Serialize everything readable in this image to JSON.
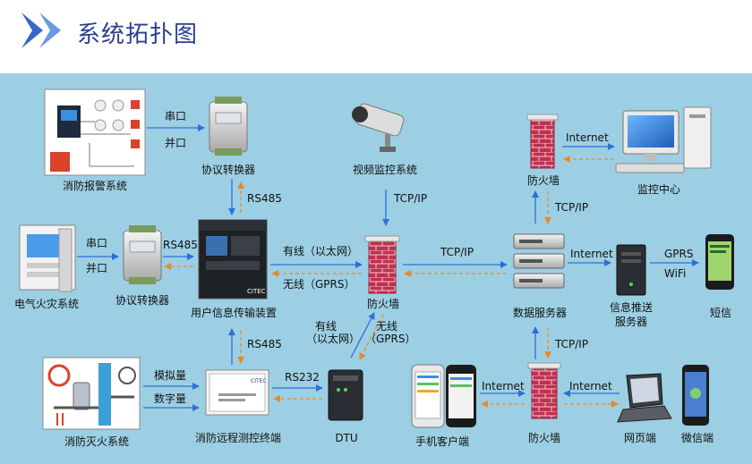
{
  "header": {
    "title": "系统拓扑图"
  },
  "nodes": {
    "fire_alarm": "消防报警系统",
    "converter_top": "协议转换器",
    "video": "视频监控系统",
    "firewall_top": "防火墙",
    "monitor_center": "监控中心",
    "electrical_fire": "电气火灾系统",
    "converter_mid": "协议转换器",
    "user_info_device": "用户信息传输装置",
    "firewall_mid": "防火墙",
    "data_server": "数据服务器",
    "push_server_line1": "信息推送",
    "push_server_line2": "服务器",
    "sms": "短信",
    "fire_suppression": "消防灭火系统",
    "remote_terminal": "消防远程测控终端",
    "dtu": "DTU",
    "mobile_client": "手机客户端",
    "firewall_bottom": "防火墙",
    "web_client": "网页端",
    "wechat_client": "微信端"
  },
  "links": {
    "serial_top": "串口",
    "parallel_top": "并口",
    "rs485_top": "RS485",
    "tcpip_video": "TCP/IP",
    "internet_top": "Internet",
    "tcpip_server_top": "TCP/IP",
    "serial_mid": "串口",
    "parallel_mid": "并口",
    "rs485_mid": "RS485",
    "wired_mid": "有线（以太网）",
    "wireless_mid": "无线（GPRS）",
    "tcpip_mid": "TCP/IP",
    "internet_mid": "Internet",
    "gprs": "GPRS",
    "wifi": "WiFi",
    "rs485_bottom": "RS485",
    "wired_dtu_line1": "有线",
    "wired_dtu_line2": "（以太网）",
    "wireless_dtu_line1": "无线",
    "wireless_dtu_line2": "（GPRS）",
    "analog": "模拟量",
    "digital": "数字量",
    "rs232": "RS232",
    "tcpip_server_bottom": "TCP/IP",
    "internet_bottom_left": "Internet",
    "internet_bottom_right": "Internet"
  },
  "device_text": {
    "citec_logo": "CITEC"
  },
  "colors": {
    "panel": "#9ccfe3",
    "title": "#2a3f8f",
    "arrow_blue": "#2e6fd8",
    "arrow_orange": "#e88a2a",
    "firewall_brick": "#c0314f"
  }
}
